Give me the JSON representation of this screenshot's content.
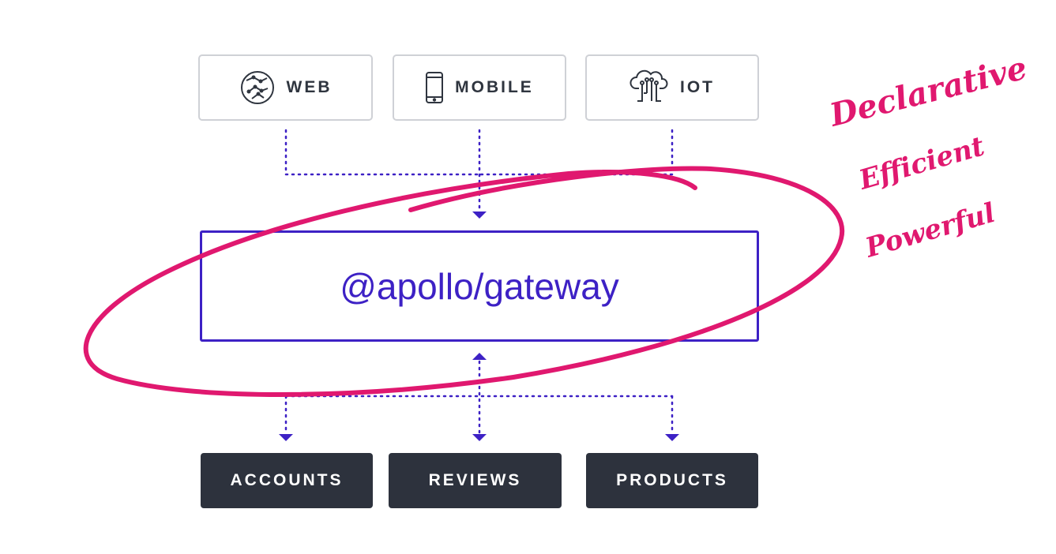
{
  "clients": {
    "web": {
      "label": "WEB",
      "icon": "globe-icon"
    },
    "mobile": {
      "label": "MOBILE",
      "icon": "mobile-phone-icon"
    },
    "iot": {
      "label": "IOT",
      "icon": "cloud-circuit-icon"
    }
  },
  "gateway": {
    "label": "@apollo/gateway"
  },
  "services": {
    "accounts": {
      "label": "ACCOUNTS"
    },
    "reviews": {
      "label": "REVIEWS"
    },
    "products": {
      "label": "PRODUCTS"
    }
  },
  "annotation": {
    "lines": [
      "Declarative",
      "Efficient",
      "Powerful"
    ],
    "color": "#e0186f"
  },
  "colors": {
    "accent": "#3d21c5",
    "service_bg": "#2d323d",
    "client_border": "#cfd1d6",
    "text_dark": "#2f353f"
  }
}
